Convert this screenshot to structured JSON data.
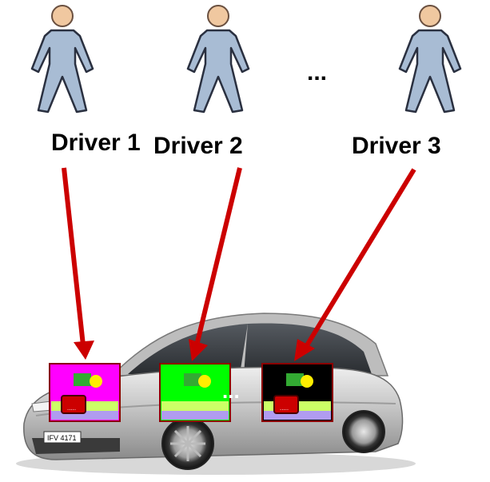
{
  "drivers": [
    {
      "label": "Driver 1",
      "screen_bg": "#ff00ff"
    },
    {
      "label": "Driver 2",
      "screen_bg": "#00ff00"
    },
    {
      "label": "Driver 3",
      "screen_bg": "#000000"
    }
  ],
  "ellipsis_top": "...",
  "ellipsis_car": "...",
  "plate_text": "IFV 4171",
  "colors": {
    "person_body": "#a8bcd4",
    "person_head": "#f0c8a0",
    "arrow": "#cc0000",
    "screen_border": "#8b0000",
    "screen_band_light": "#ccff66",
    "screen_band_purple": "#b09cf0",
    "screen_toggle_green": "#33aa33",
    "screen_toggle_yellow": "#ffee00",
    "screen_red_button": "#cc0000",
    "car_body": "#c8c8c8"
  },
  "icons": [
    "person-icon",
    "car-image",
    "dashboard-screen"
  ]
}
